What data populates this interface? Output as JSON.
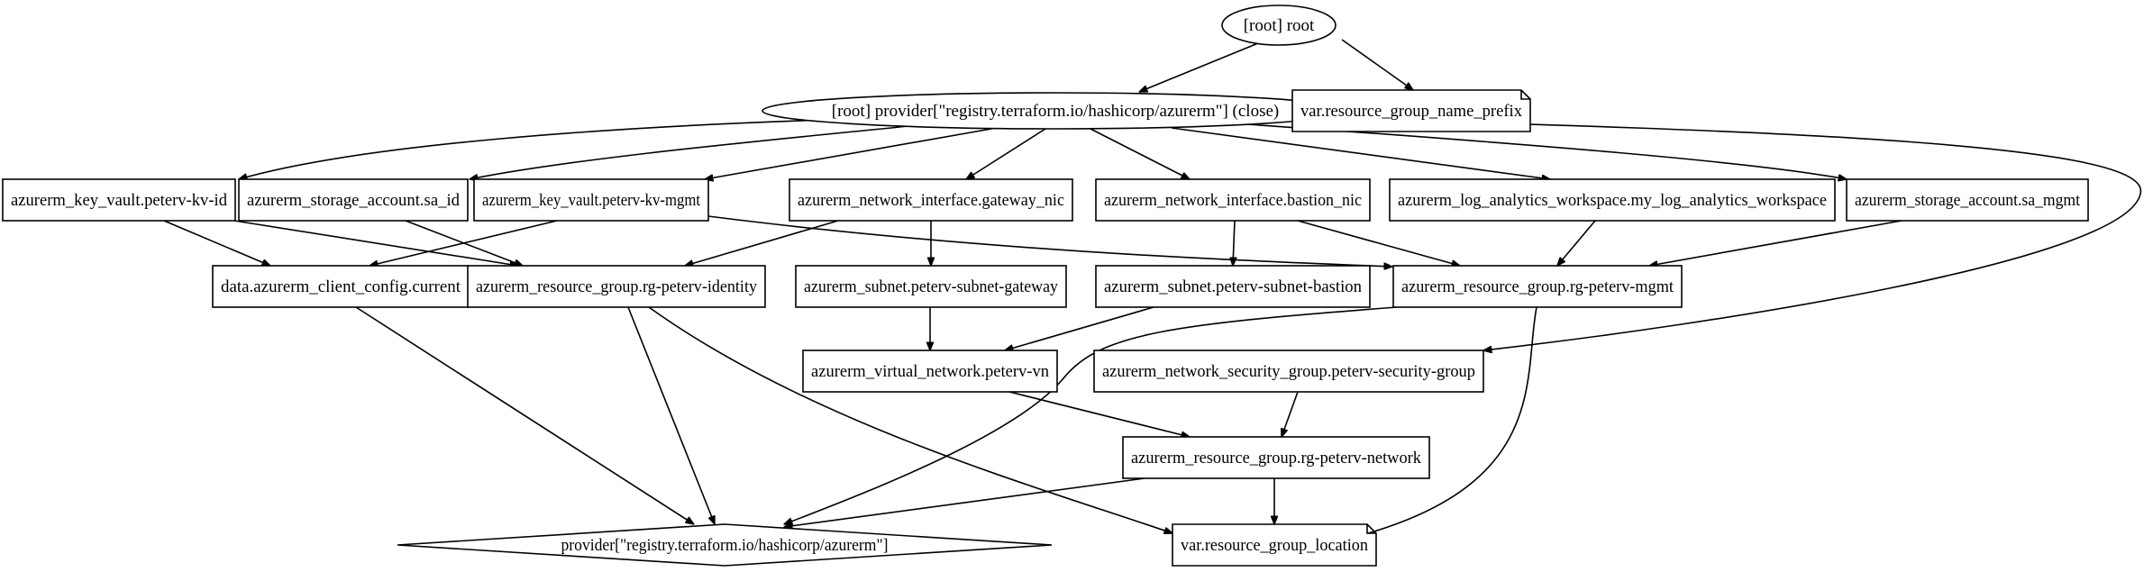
{
  "graph": {
    "colors": {
      "stroke": "#000000",
      "fill": "#ffffff",
      "text": "#000000"
    },
    "nodes": [
      {
        "id": "root",
        "label": "[root] root",
        "shape": "ellipse"
      },
      {
        "id": "provider_close",
        "label": "[root] provider[\"registry.terraform.io/hashicorp/azurerm\"] (close)",
        "shape": "ellipse"
      },
      {
        "id": "var_prefix",
        "label": "var.resource_group_name_prefix",
        "shape": "note"
      },
      {
        "id": "kv_id",
        "label": "azurerm_key_vault.peterv-kv-id",
        "shape": "box"
      },
      {
        "id": "sa_id",
        "label": "azurerm_storage_account.sa_id",
        "shape": "box"
      },
      {
        "id": "kv_mgmt",
        "label": "azurerm_key_vault.peterv-kv-mgmt",
        "shape": "box"
      },
      {
        "id": "ni_gateway",
        "label": "azurerm_network_interface.gateway_nic",
        "shape": "box"
      },
      {
        "id": "ni_bastion",
        "label": "azurerm_network_interface.bastion_nic",
        "shape": "box"
      },
      {
        "id": "law",
        "label": "azurerm_log_analytics_workspace.my_log_analytics_workspace",
        "shape": "box"
      },
      {
        "id": "sa_mgmt",
        "label": "azurerm_storage_account.sa_mgmt",
        "shape": "box"
      },
      {
        "id": "client_config",
        "label": "data.azurerm_client_config.current",
        "shape": "box"
      },
      {
        "id": "rg_identity",
        "label": "azurerm_resource_group.rg-peterv-identity",
        "shape": "box"
      },
      {
        "id": "subnet_gateway",
        "label": "azurerm_subnet.peterv-subnet-gateway",
        "shape": "box"
      },
      {
        "id": "subnet_bastion",
        "label": "azurerm_subnet.peterv-subnet-bastion",
        "shape": "box"
      },
      {
        "id": "rg_mgmt",
        "label": "azurerm_resource_group.rg-peterv-mgmt",
        "shape": "box"
      },
      {
        "id": "vnet",
        "label": "azurerm_virtual_network.peterv-vn",
        "shape": "box"
      },
      {
        "id": "nsg",
        "label": "azurerm_network_security_group.peterv-security-group",
        "shape": "box"
      },
      {
        "id": "rg_network",
        "label": "azurerm_resource_group.rg-peterv-network",
        "shape": "box"
      },
      {
        "id": "provider",
        "label": "provider[\"registry.terraform.io/hashicorp/azurerm\"]",
        "shape": "diamond"
      },
      {
        "id": "var_location",
        "label": "var.resource_group_location",
        "shape": "note"
      }
    ],
    "edges": [
      {
        "from": "root",
        "to": "provider_close"
      },
      {
        "from": "root",
        "to": "var_prefix"
      },
      {
        "from": "provider_close",
        "to": "kv_id"
      },
      {
        "from": "provider_close",
        "to": "sa_id"
      },
      {
        "from": "provider_close",
        "to": "kv_mgmt"
      },
      {
        "from": "provider_close",
        "to": "ni_gateway"
      },
      {
        "from": "provider_close",
        "to": "ni_bastion"
      },
      {
        "from": "provider_close",
        "to": "law"
      },
      {
        "from": "provider_close",
        "to": "sa_mgmt"
      },
      {
        "from": "provider_close",
        "to": "nsg"
      },
      {
        "from": "kv_id",
        "to": "client_config"
      },
      {
        "from": "kv_id",
        "to": "rg_identity"
      },
      {
        "from": "sa_id",
        "to": "rg_identity"
      },
      {
        "from": "kv_mgmt",
        "to": "client_config"
      },
      {
        "from": "kv_mgmt",
        "to": "rg_mgmt"
      },
      {
        "from": "ni_gateway",
        "to": "rg_identity"
      },
      {
        "from": "ni_gateway",
        "to": "subnet_gateway"
      },
      {
        "from": "ni_bastion",
        "to": "subnet_bastion"
      },
      {
        "from": "ni_bastion",
        "to": "rg_mgmt"
      },
      {
        "from": "law",
        "to": "rg_mgmt"
      },
      {
        "from": "sa_mgmt",
        "to": "rg_mgmt"
      },
      {
        "from": "client_config",
        "to": "provider"
      },
      {
        "from": "rg_identity",
        "to": "provider"
      },
      {
        "from": "rg_identity",
        "to": "var_location"
      },
      {
        "from": "subnet_gateway",
        "to": "vnet"
      },
      {
        "from": "subnet_bastion",
        "to": "vnet"
      },
      {
        "from": "rg_mgmt",
        "to": "provider"
      },
      {
        "from": "rg_mgmt",
        "to": "var_location"
      },
      {
        "from": "vnet",
        "to": "rg_network"
      },
      {
        "from": "nsg",
        "to": "rg_network"
      },
      {
        "from": "rg_network",
        "to": "provider"
      },
      {
        "from": "rg_network",
        "to": "var_location"
      }
    ]
  }
}
